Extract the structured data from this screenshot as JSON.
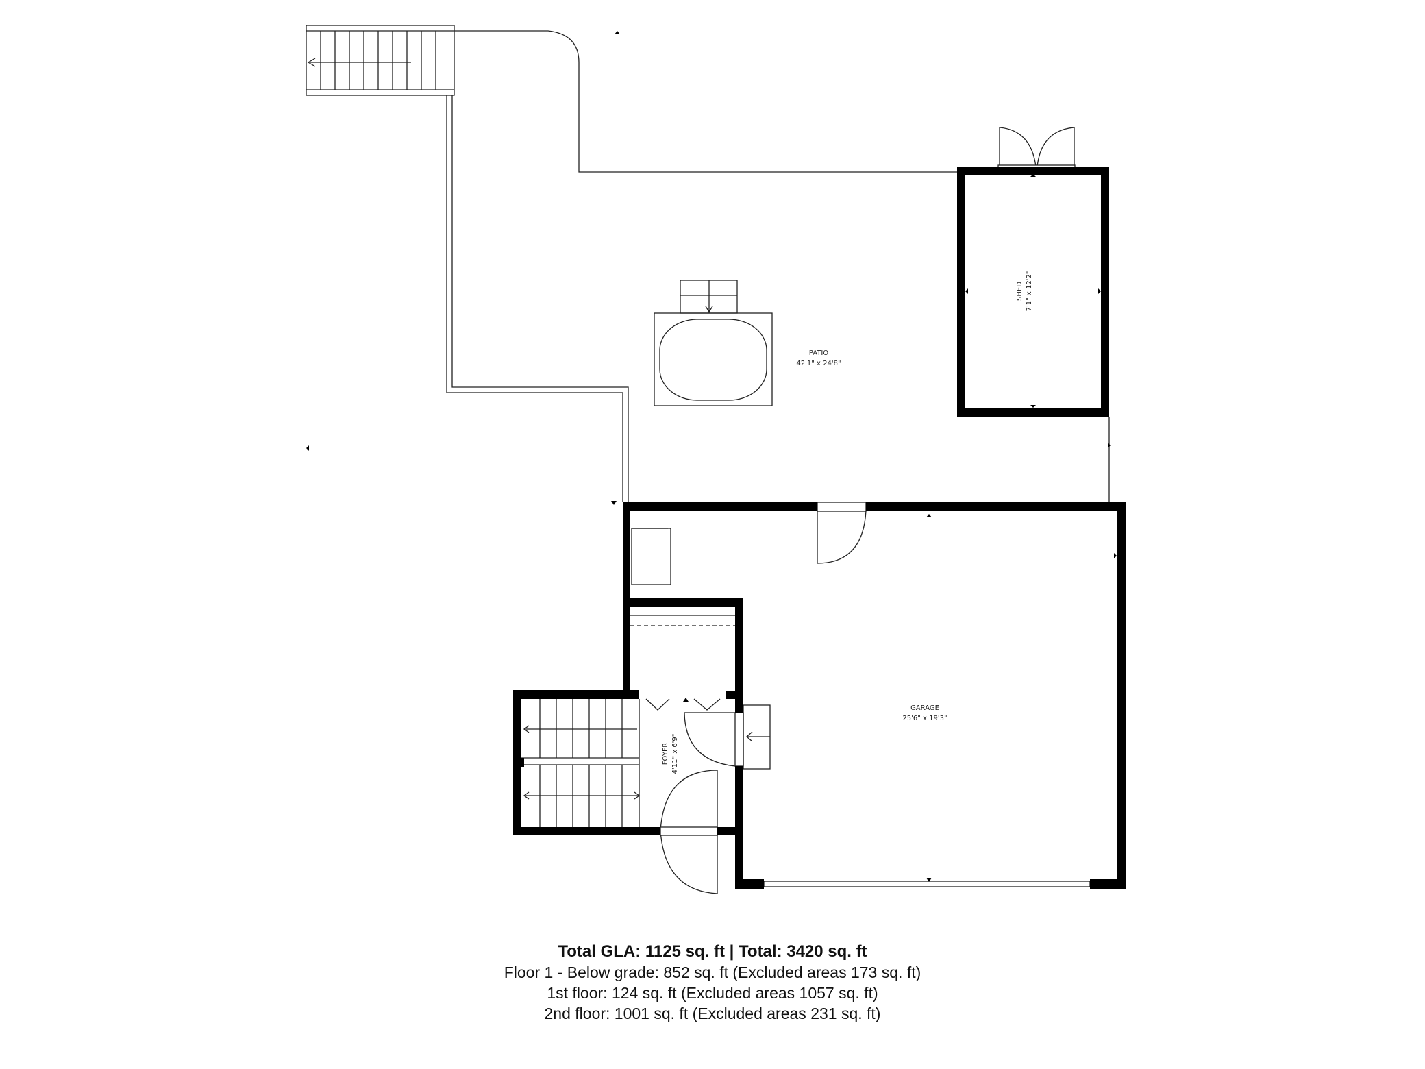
{
  "rooms": {
    "patio": {
      "name": "PATIO",
      "dims": "42'1\" x 24'8\""
    },
    "shed": {
      "name": "SHED",
      "dims": "7'1\" x 12'2\""
    },
    "garage": {
      "name": "GARAGE",
      "dims": "25'6\" x 19'3\""
    },
    "foyer": {
      "name": "FOYER",
      "dims": "4'11\" x 6'9\""
    }
  },
  "summary": {
    "total": "Total GLA: 1125 sq. ft | Total: 3420 sq. ft",
    "floor_below": "Floor 1 - Below grade: 852 sq. ft (Excluded areas 173 sq. ft)",
    "floor_1": "1st floor: 124 sq. ft (Excluded areas 1057 sq. ft)",
    "floor_2": "2nd floor: 1001 sq. ft (Excluded areas 231 sq. ft)"
  }
}
